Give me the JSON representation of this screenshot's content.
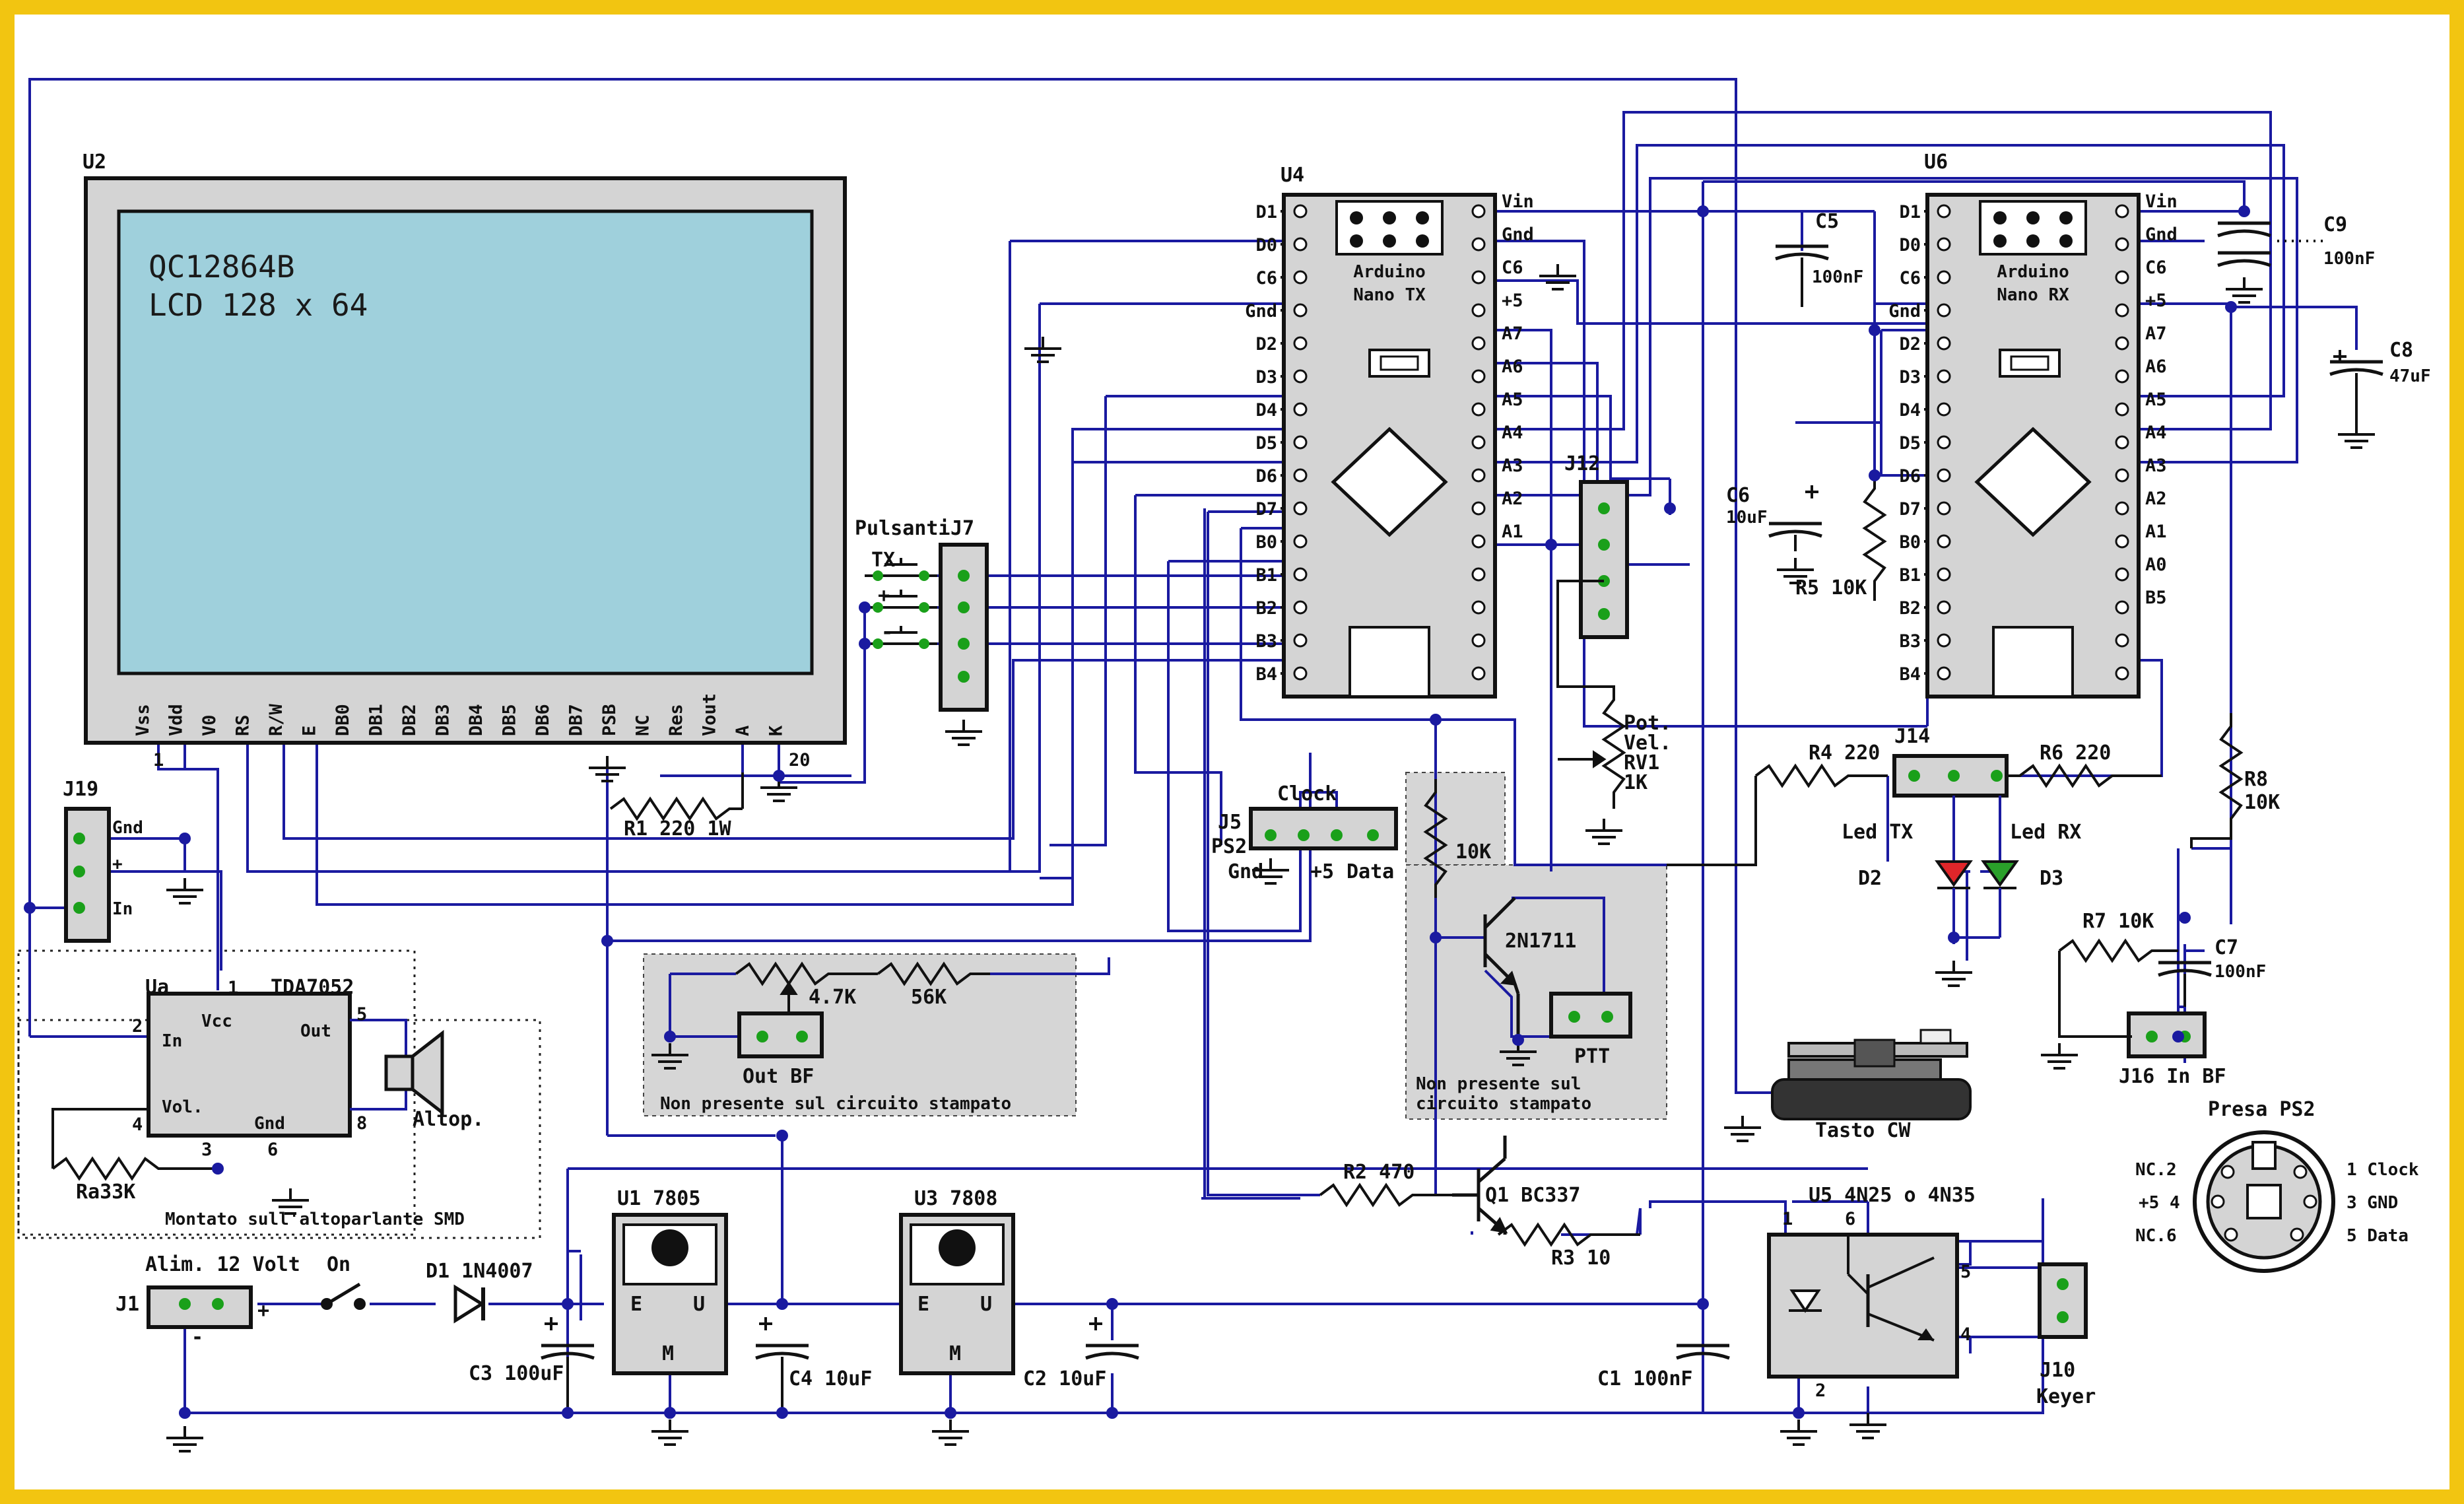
{
  "colors": {
    "frame": "#f2c511",
    "paper": "#ffffff",
    "wire": "#1a1aa0",
    "node": "#1aa01a",
    "lcd_screen": "#9fd0dc",
    "lcd_frame": "#d4d4d4",
    "note_box": "#d6d6d6",
    "led_tx": "#e0262a",
    "led_rx": "#2aa02a",
    "ink": "#111111"
  },
  "lcd": {
    "ref": "U2",
    "model": "QC12864B",
    "desc": "LCD 128 x 64",
    "pins": [
      "Vss",
      "Vdd",
      "V0",
      "RS",
      "R/W",
      "E",
      "DB0",
      "DB1",
      "DB2",
      "DB3",
      "DB4",
      "DB5",
      "DB6",
      "DB7",
      "PSB",
      "NC",
      "Res",
      "Vout",
      "A",
      "K"
    ],
    "pin1": "1",
    "pin20": "20"
  },
  "u4": {
    "ref": "U4",
    "name1": "Arduino",
    "name2": "Nano TX",
    "left": [
      "D1",
      "D0",
      "C6",
      "Gnd",
      "D2",
      "D3",
      "D4",
      "D5",
      "D6",
      "D7",
      "B0",
      "B1",
      "B2",
      "B3",
      "B4"
    ],
    "right": [
      "Vin",
      "Gnd",
      "C6",
      "+5",
      "A7",
      "A6",
      "A5",
      "A4",
      "A3",
      "A2",
      "A1"
    ]
  },
  "u6": {
    "ref": "U6",
    "name1": "Arduino",
    "name2": "Nano RX",
    "left": [
      "D1",
      "D0",
      "C6",
      "Gnd",
      "D2",
      "D3",
      "D4",
      "D5",
      "D6",
      "D7",
      "B0",
      "B1",
      "B2",
      "B3",
      "B4"
    ],
    "right": [
      "Vin",
      "Gnd",
      "C6",
      "+5",
      "A7",
      "A6",
      "A5",
      "A4",
      "A3",
      "A2",
      "A1",
      "A0",
      "B5"
    ]
  },
  "labels": {
    "pulsanti": "Pulsanti",
    "j7": "J7",
    "tx": "TX",
    "plus": "+",
    "minus": "-",
    "j19": "J19",
    "j19_gnd": "Gnd",
    "j19_plus": "+",
    "j19_in": "In",
    "r1": "R1  220  1W",
    "clock": "Clock",
    "j5": "J5",
    "ps2": "PS2",
    "j5_gnd": "Gnd",
    "j5_5": "+5",
    "j5_data": "Data",
    "j12": "J12",
    "pot1": "Pot.",
    "pot2": "Vel.",
    "pot3": "RV1",
    "pot4": "1K",
    "c5": "C5",
    "c5v": "100nF",
    "c6": "C6",
    "c6v": "10uF",
    "r5": "R5  10K",
    "c9": "C9",
    "c9v": "100nF",
    "c8": "C8",
    "c8v": "47uF",
    "j14": "J14",
    "r4": "R4  220",
    "r6": "R6  220",
    "ledtx": "Led TX",
    "ledrx": "Led RX",
    "d2": "D2",
    "d3": "D3",
    "r8": "R8",
    "r8v": "10K",
    "r7": "R7  10K",
    "c7": "C7",
    "c7v": "100nF",
    "j16": "J16 In BF",
    "ua": "Ua",
    "ua1": "1",
    "tda": "TDA7052",
    "ua_in": "In",
    "ua_vcc": "Vcc",
    "ua_out": "Out",
    "ua_vol": "Vol.",
    "ua_gnd": "Gnd",
    "ua2": "2",
    "ua4": "4",
    "ua3": "3",
    "ua6": "6",
    "ua5": "5",
    "ua8": "8",
    "altop": "Altop.",
    "ra": "Ra33K",
    "smd": "Montato sull'altoparlante SMD",
    "pot47": "4.7K",
    "r56": "56K",
    "outbf": "Out BF",
    "nonpres1": "Non presente sul circuito stampato",
    "r10k": "10K",
    "q2n": "2N1711",
    "ptt": "PTT",
    "nonpres2a": "Non presente sul",
    "nonpres2b": "circuito stampato",
    "tasto": "Tasto CW",
    "r2": "R2  470",
    "q1": "Q1  BC337",
    "r3": "R3  10",
    "u5": "U5  4N25 o 4N35",
    "u5p1": "1",
    "u5p6": "6",
    "u5p5": "5",
    "u5p4": "4",
    "u5p2": "2",
    "j10": "J10",
    "keyer": "Keyer",
    "presa": "Presa PS2",
    "ps_nc2": "NC.2",
    "ps_5": "+5 4",
    "ps_nc6": "NC.6",
    "ps_1": "1 Clock",
    "ps_3": "3 GND",
    "ps_5d": "5 Data",
    "alim": "Alim. 12 Volt",
    "on": "On",
    "d1": "D1  1N4007",
    "j1": "J1",
    "j1plus": "+",
    "j1minus": "-",
    "u1": "U1  7805",
    "u3": "U3  7808",
    "reg_e": "E",
    "reg_u": "U",
    "reg_m": "M",
    "c3": "C3  100uF",
    "c4": "C4  10uF",
    "c2": "C2  10uF",
    "c1": "C1  100nF"
  }
}
